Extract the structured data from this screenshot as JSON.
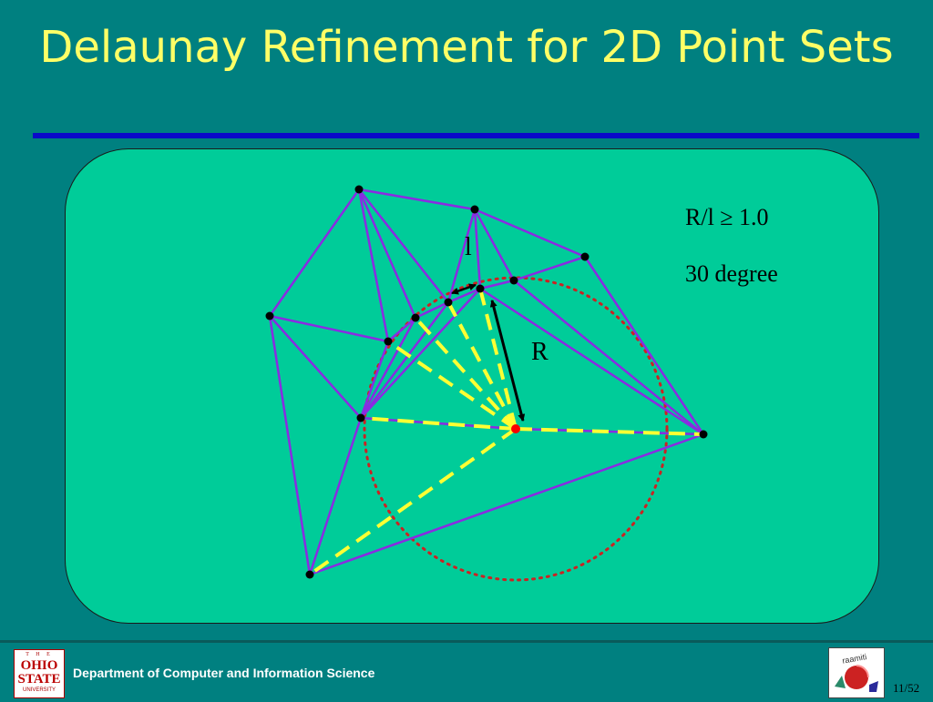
{
  "slide": {
    "title": "Delaunay Refinement for 2D Point Sets",
    "criterion": "R/l ≥ 1.0",
    "angle": "30 degree",
    "label_l": "l",
    "label_R": "R"
  },
  "footer": {
    "department": "Department of Computer and Information Science",
    "page": "11/52",
    "osu_logo": {
      "the": "T H E",
      "line1": "OHIO",
      "line2": "STATE",
      "line3": "UNIVERSITY"
    },
    "lab_logo_text": "raamiti"
  },
  "colors": {
    "background": "#008080",
    "title": "#ffff66",
    "panel": "#00cc99",
    "edge": "#8a2be2",
    "dashed": "#ffff33",
    "circle": "#cc2222",
    "vertex": "#000000",
    "circumcenter": "#ff0000"
  }
}
